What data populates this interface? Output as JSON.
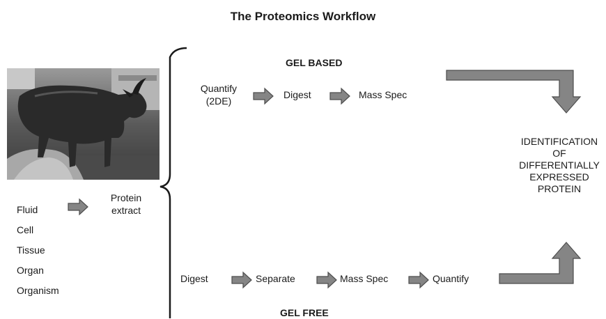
{
  "title": "The Proteomics Workflow",
  "sources": [
    "Fluid",
    "Cell",
    "Tissue",
    "Organ",
    "Organism"
  ],
  "protein_extract": "Protein\nextract",
  "gel_based": {
    "heading": "GEL BASED",
    "steps": [
      "Quantify\n(2DE)",
      "Digest",
      "Mass Spec"
    ]
  },
  "gel_free": {
    "heading": "GEL FREE",
    "steps": [
      "Digest",
      "Separate",
      "Mass Spec",
      "Quantify"
    ]
  },
  "result": "IDENTIFICATION\nOF\nDIFFERENTIALLY\nEXPRESSED\nPROTEIN",
  "colors": {
    "arrow_fill": "#858585",
    "arrow_stroke": "#4d4d4d"
  }
}
